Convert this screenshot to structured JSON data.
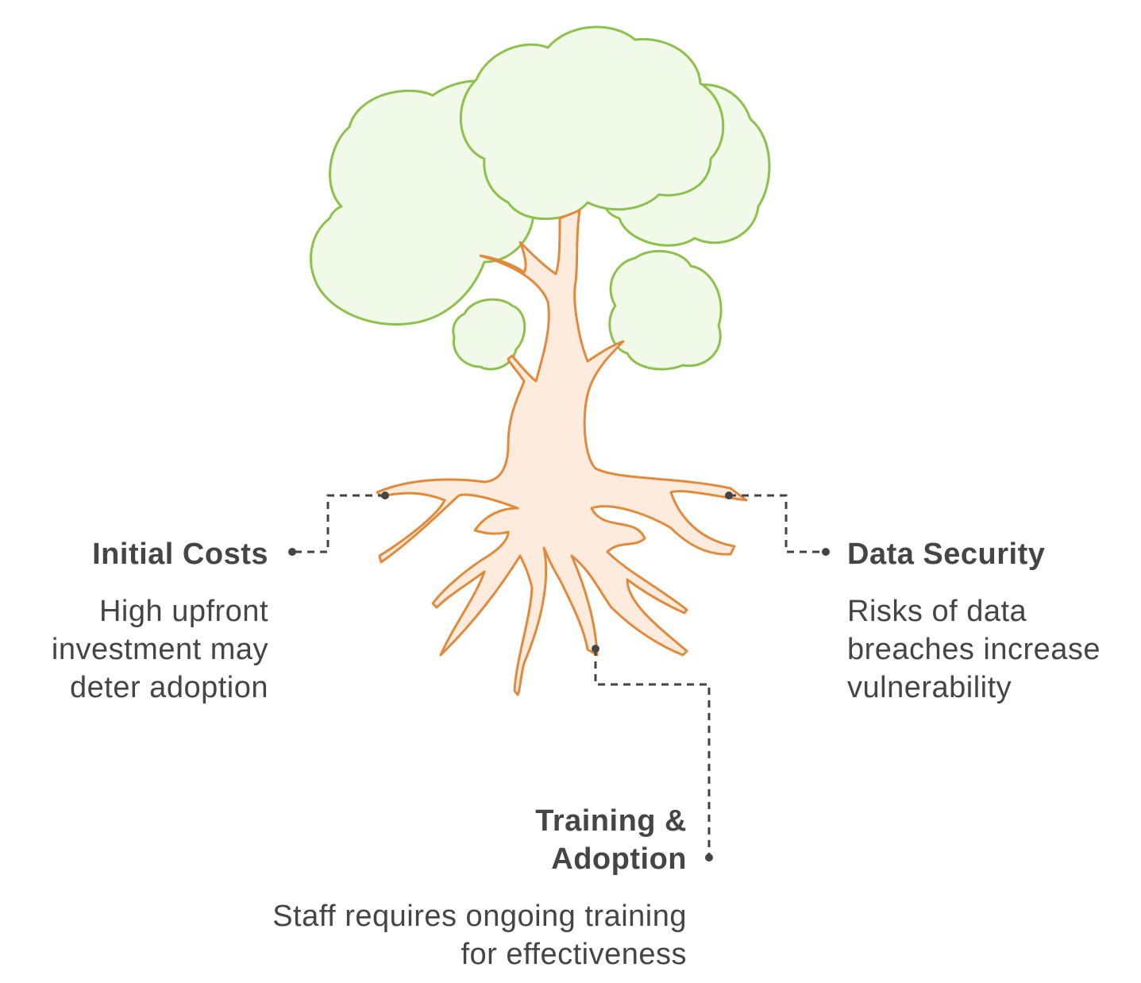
{
  "diagram": {
    "colors": {
      "foliage_fill": "#f1f9e8",
      "foliage_stroke": "#8cc14b",
      "trunk_fill": "#fdebde",
      "trunk_stroke": "#e28a3b",
      "connector": "#454545",
      "text": "#454545"
    },
    "items": [
      {
        "title": "Initial Costs",
        "description": "High upfront investment may deter adoption"
      },
      {
        "title": "Data Security",
        "description": "Risks of data breaches increase vulnerability"
      },
      {
        "title": "Training & Adoption",
        "description": "Staff requires ongoing training for effectiveness"
      }
    ]
  }
}
